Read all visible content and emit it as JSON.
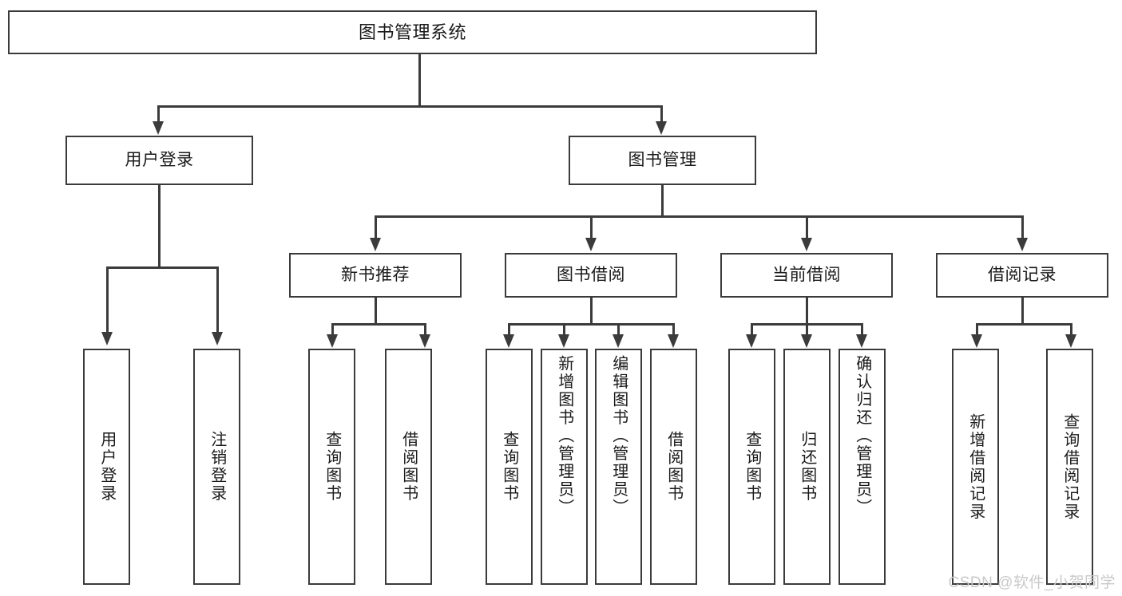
{
  "diagram": {
    "title": "图书管理系统",
    "type": "功能结构图",
    "watermark": "CSDN @软件_小贺同学",
    "colors": {
      "stroke": "#3b3b3b",
      "fill": "#ffffff",
      "text": "#1a1a1a",
      "watermark": "#c9c9c9"
    }
  },
  "nodes": {
    "root": {
      "label": "图书管理系统"
    },
    "level2": [
      {
        "id": "user-login",
        "label": "用户登录"
      },
      {
        "id": "book-manage",
        "label": "图书管理"
      }
    ],
    "level3": [
      {
        "id": "new-book-recommend",
        "label": "新书推荐"
      },
      {
        "id": "book-borrow",
        "label": "图书借阅"
      },
      {
        "id": "current-borrow",
        "label": "当前借阅"
      },
      {
        "id": "borrow-record",
        "label": "借阅记录"
      }
    ],
    "leaves": {
      "user-login": [
        {
          "id": "leaf-user-login",
          "label": "用户登录"
        },
        {
          "id": "leaf-logout",
          "label": "注销登录"
        }
      ],
      "new-book-recommend": [
        {
          "id": "leaf-query-book-1",
          "label": "查询图书"
        },
        {
          "id": "leaf-borrow-book-1",
          "label": "借阅图书"
        }
      ],
      "book-borrow": [
        {
          "id": "leaf-query-book-2",
          "label": "查询图书"
        },
        {
          "id": "leaf-add-book",
          "label": "新增图书（管理员）"
        },
        {
          "id": "leaf-edit-book",
          "label": "编辑图书（管理员）"
        },
        {
          "id": "leaf-borrow-book-2",
          "label": "借阅图书"
        }
      ],
      "current-borrow": [
        {
          "id": "leaf-query-book-3",
          "label": "查询图书"
        },
        {
          "id": "leaf-return-book",
          "label": "归还图书"
        },
        {
          "id": "leaf-confirm-return",
          "label": "确认归还（管理员）"
        }
      ],
      "borrow-record": [
        {
          "id": "leaf-add-record",
          "label": "新增借阅记录"
        },
        {
          "id": "leaf-query-record",
          "label": "查询借阅记录"
        }
      ]
    }
  }
}
